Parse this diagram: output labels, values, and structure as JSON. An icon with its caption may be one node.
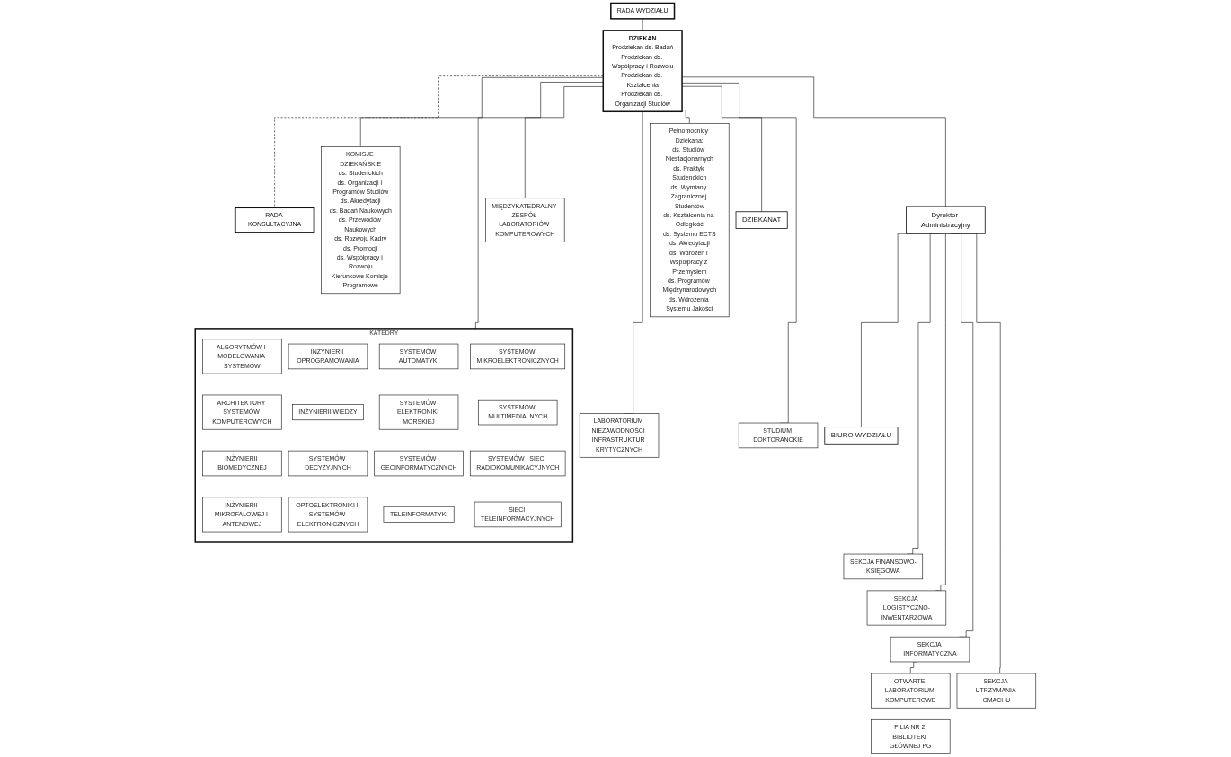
{
  "diagram": {
    "nodes": [
      {
        "text": [
          "RADA WYDZIAŁU"
        ]
      },
      {
        "text": [
          "DZIEKAN",
          "Prodziekan ds. Badań",
          "Prodziekan ds. Współpracy i Rozwoju",
          "Prodziekan ds. Kształcenia",
          "Prodziekan ds. Organizacji Studiów"
        ]
      },
      {
        "text": [
          "RADA KONSULTACYJNA"
        ]
      },
      {
        "text": [
          "MIĘDZYKATEDRALNY ZESPÓŁ LABORATORIÓW KOMPUTEROWYCH"
        ]
      },
      {
        "text": [
          "LABORATORIUM NIEZAWODNOŚCI INFRASTRUKTUR KRYTYCZNYCH"
        ]
      },
      {
        "text": [
          "KOMISJE DZIEKAŃSKIE",
          "ds. Studenckich",
          "ds. Organizacji i Programów Studiów",
          "ds. Akredytacji",
          "ds. Badań Naukowych",
          "ds. Przewodów Naukowych",
          "ds. Rozwoju Kadry",
          "ds. Promocji",
          "ds. Współpracy i Rozwoju",
          "Kierunkowe Komisje Programowe"
        ]
      },
      {
        "text": [
          "DZIEKANAT"
        ]
      },
      {
        "text": [
          "Dyrektor Administracyjny"
        ]
      },
      {
        "text": [
          "Pełnomocnicy Dziekana:",
          "ds. Studiów Niestacjonarnych",
          "ds. Praktyk Studenckich",
          "ds. Wymiany Zagranicznej Studentów",
          "ds. Kształcenia na Odległość",
          "ds. Systemu ECTS",
          "ds. Akredytacji",
          "ds. Wdrożeń i Współpracy z Przemysłem",
          "ds. Programów Międzynarodowych",
          "ds. Wdrożenia Systemu Jakości"
        ]
      },
      {
        "text": [
          "STUDIUM DOKTORANCKIE"
        ]
      },
      {
        "text": [
          "BIURO WYDZIAŁU"
        ]
      },
      {
        "text": [
          "KATEDRY"
        ]
      },
      {
        "text": [
          "ALGORYTMÓW I MODELOWANIA SYSTEMÓW"
        ],
        "in": 11
      },
      {
        "text": [
          "INŻYNIERII OPROGRAMOWANIA"
        ],
        "in": 11
      },
      {
        "text": [
          "SYSTEMÓW AUTOMATYKI"
        ],
        "in": 11
      },
      {
        "text": [
          "SYSTEMÓW MIKROELEKTRONICZNYCH"
        ],
        "in": 11
      },
      {
        "text": [
          "ARCHITEKTURY SYSTEMÓW KOMPUTEROWYCH"
        ],
        "in": 11
      },
      {
        "text": [
          "INŻYNIERII WIEDZY"
        ],
        "in": 11
      },
      {
        "text": [
          "SYSTEMÓW ELEKTRONIKI MORSKIEJ"
        ],
        "in": 11
      },
      {
        "text": [
          "SYSTEMÓW MULTIMEDIALNYCH"
        ],
        "in": 11
      },
      {
        "text": [
          "INŻYNIERII BIOMEDYCZNEJ"
        ],
        "in": 11
      },
      {
        "text": [
          "SYSTEMÓW DECYZYJNYCH"
        ],
        "in": 11
      },
      {
        "text": [
          "SYSTEMÓW GEOINFORMATYCZNYCH"
        ],
        "in": 11
      },
      {
        "text": [
          "SYSTEMÓW I SIECI RADIOKOMUNIKACYJNYCH"
        ],
        "in": 11
      },
      {
        "text": [
          "INŻYNIERII MIKROFALOWEJ I ANTENOWEJ"
        ],
        "in": 11
      },
      {
        "text": [
          "OPTOELEKTRONIKI I SYSTEMÓW ELEKTRONICZNYCH"
        ],
        "in": 11
      },
      {
        "text": [
          "TELEINFORMATYKI"
        ],
        "in": 11
      },
      {
        "text": [
          "SIECI TELEINFORMACYJNYCH"
        ],
        "in": 11
      },
      {
        "text": [
          "SEKCJA FINANSOWO-KSIĘGOWA"
        ]
      },
      {
        "text": [
          "SEKCJA LOGISTYCZNO-INWENTARZOWA"
        ]
      },
      {
        "text": [
          "SEKCJA INFORMATYCZNA"
        ]
      },
      {
        "text": [
          "OTWARTE LABORATORIUM KOMPUTEROWE"
        ]
      },
      {
        "text": [
          "SEKCJA UTRZYMANIA GMACHU"
        ]
      },
      {
        "text": [
          "FILIA NR 2 BIBLIOTEKI GŁÓWNEJ PG"
        ]
      }
    ],
    "edges": [
      {
        "from": 0,
        "to": 1,
        "arrow": "none"
      },
      {
        "from": 1,
        "to": 2,
        "arrow": "none",
        "style": "dashed"
      },
      {
        "from": 1,
        "to": 3,
        "arrow": "none"
      },
      {
        "from": 1,
        "to": 4,
        "arrow": "none"
      },
      {
        "from": 1,
        "to": 5,
        "arrow": "none"
      },
      {
        "from": 1,
        "to": 6,
        "arrow": "none"
      },
      {
        "from": 1,
        "to": 7,
        "arrow": "none"
      },
      {
        "from": 1,
        "to": 8,
        "arrow": "none"
      },
      {
        "from": 1,
        "to": 9,
        "arrow": "none"
      },
      {
        "from": 1,
        "to": 11,
        "arrow": "none"
      },
      {
        "from": 7,
        "to": 10,
        "arrow": "none"
      },
      {
        "from": 7,
        "to": 28,
        "arrow": "none"
      },
      {
        "from": 7,
        "to": 29,
        "arrow": "none"
      },
      {
        "from": 7,
        "to": 30,
        "arrow": "none"
      },
      {
        "from": 7,
        "to": 32,
        "arrow": "none"
      },
      {
        "from": 30,
        "to": 31,
        "arrow": "none"
      }
    ]
  }
}
